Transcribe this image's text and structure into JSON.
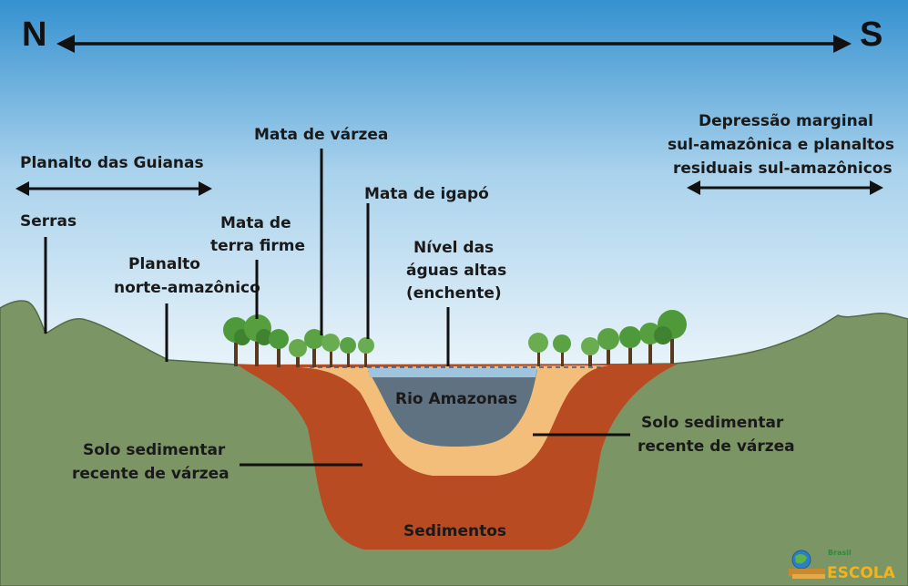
{
  "compass": {
    "north": "N",
    "south": "S"
  },
  "labels": {
    "planalto_guianas": "Planalto das Guianas",
    "serras": "Serras",
    "planalto_norte_1": "Planalto",
    "planalto_norte_2": "norte-amazônico",
    "mata_terra_firme_1": "Mata de",
    "mata_terra_firme_2": "terra firme",
    "mata_varzea": "Mata de várzea",
    "mata_igapo": "Mata de igapó",
    "nivel_1": "Nível das",
    "nivel_2": "águas altas",
    "nivel_3": "(enchente)",
    "depressao_1": "Depressão marginal",
    "depressao_2": "sul-amazônica e planaltos",
    "depressao_3": "residuais sul-amazônicos",
    "rio": "Rio Amazonas",
    "solo_left_1": "Solo sedimentar",
    "solo_left_2": "recente de várzea",
    "solo_right_1": "Solo sedimentar",
    "solo_right_2": "recente de várzea",
    "sedimentos": "Sedimentos"
  },
  "logo": {
    "small": "Brasil",
    "text": "ESCOLA"
  },
  "colors": {
    "sky_top": "#2e8fcf",
    "sky_bottom": "#eef6fb",
    "terrain": "#7b9565",
    "sediment": "#b74a22",
    "sandy_soil": "#f1bd78",
    "river": "#5d7080",
    "tree_leaf": "#4f9a3c",
    "trunk": "#5a3a1e"
  }
}
